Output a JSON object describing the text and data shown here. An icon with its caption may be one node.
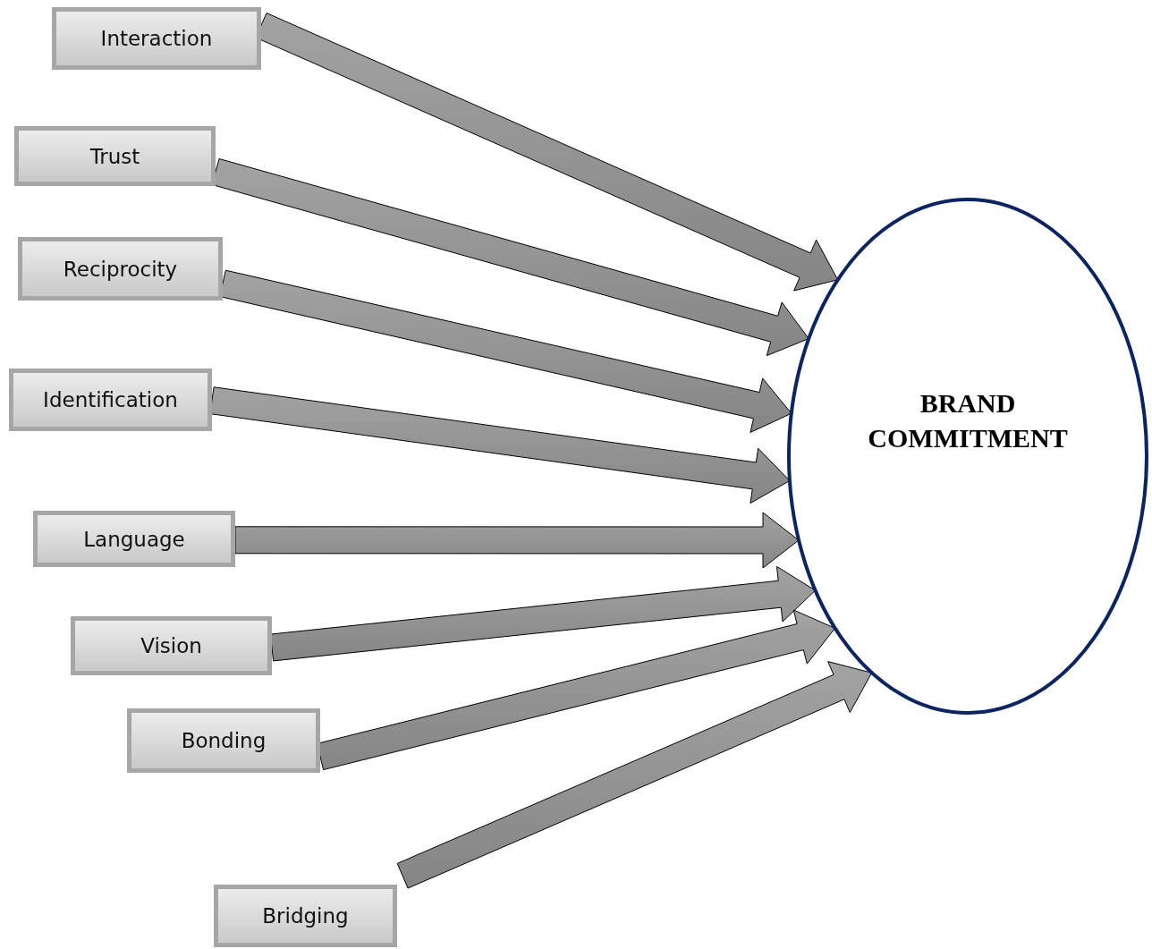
{
  "diagram": {
    "nodes": [
      {
        "text": [
          "Interaction"
        ]
      },
      {
        "text": [
          "Trust"
        ]
      },
      {
        "text": [
          "Reciprocity"
        ]
      },
      {
        "text": [
          "Identification"
        ]
      },
      {
        "text": [
          "Language"
        ]
      },
      {
        "text": [
          "Vision"
        ]
      },
      {
        "text": [
          "Bonding"
        ]
      },
      {
        "text": [
          "Bridging"
        ]
      },
      {
        "text": [
          "BRAND COMMITMENT"
        ]
      }
    ],
    "edges": [
      {
        "from": 0,
        "to": 8,
        "arrow": "to"
      },
      {
        "from": 1,
        "to": 8,
        "arrow": "to"
      },
      {
        "from": 2,
        "to": 8,
        "arrow": "to"
      },
      {
        "from": 3,
        "to": 8,
        "arrow": "to"
      },
      {
        "from": 4,
        "to": 8,
        "arrow": "to"
      },
      {
        "from": 5,
        "to": 8,
        "arrow": "to"
      },
      {
        "from": 6,
        "to": 8,
        "arrow": "to"
      },
      {
        "from": 7,
        "to": 8,
        "arrow": "to"
      }
    ]
  }
}
